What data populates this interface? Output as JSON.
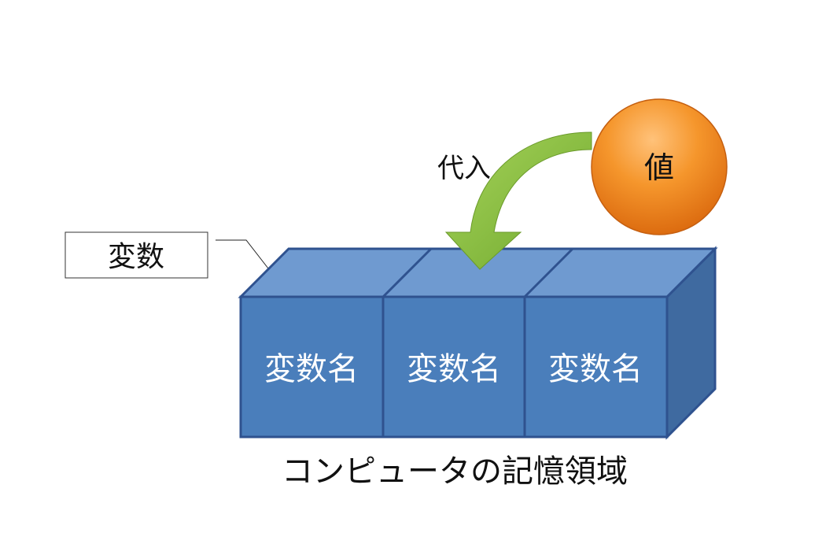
{
  "callout": {
    "label": "変数"
  },
  "assignment": {
    "label": "代入"
  },
  "value": {
    "label": "値"
  },
  "cells": [
    {
      "label": "変数名"
    },
    {
      "label": "変数名"
    },
    {
      "label": "変数名"
    }
  ],
  "caption": "コンピュータの記憶領域",
  "colors": {
    "cell_front": "#4a7ebb",
    "cell_top": "#6f9ad0",
    "cell_side": "#3f6aa0",
    "cell_border": "#2f528f",
    "value_fill": "#f28a1e",
    "arrow_fill": "#8cc63f"
  }
}
